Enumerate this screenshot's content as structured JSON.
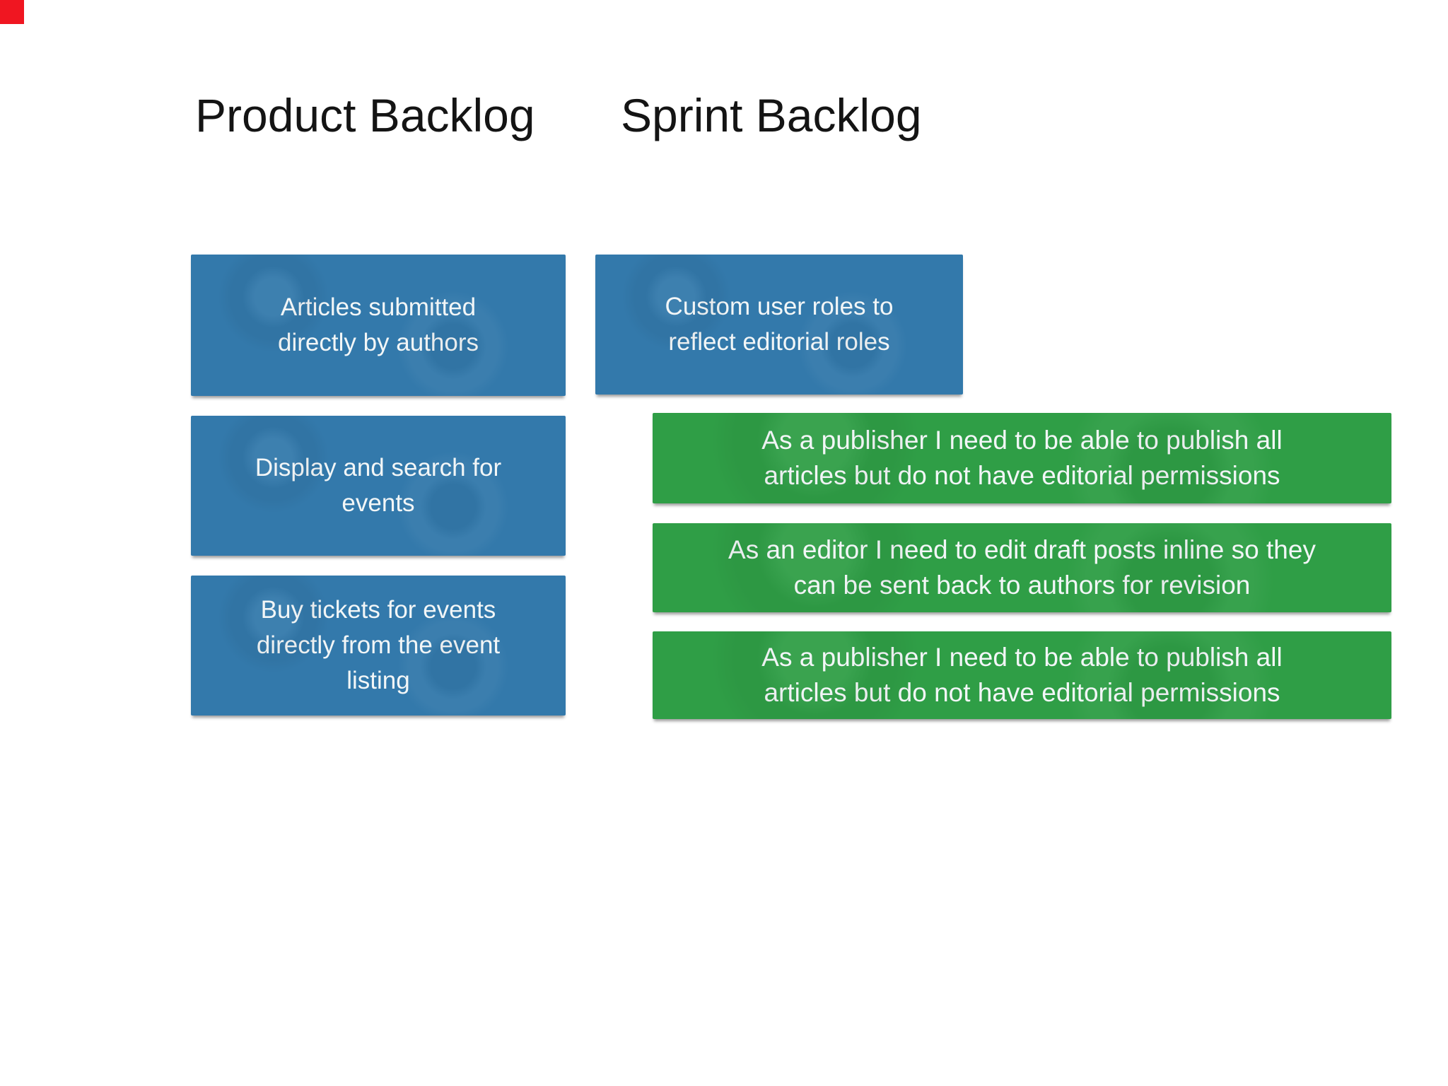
{
  "slide": {
    "background_color": "#ffffff"
  },
  "corner_marker": {
    "color": "#f01621"
  },
  "colors": {
    "card_blue": "#3379ab",
    "card_green": "#2f9e46",
    "card_text": "#f2f6f7",
    "heading_text": "#141414",
    "slide_bg": "#ffffff",
    "corner_marker": "#f01621"
  },
  "product_backlog": {
    "title": "Product Backlog",
    "cards": [
      {
        "text": "Articles submitted\ndirectly by authors"
      },
      {
        "text": "Display and search for\nevents"
      },
      {
        "text": "Buy tickets for events\ndirectly from the event\nlisting"
      }
    ]
  },
  "sprint_backlog": {
    "title": "Sprint Backlog",
    "cards": [
      {
        "text": "Custom user roles to\nreflect editorial roles",
        "color": "blue"
      },
      {
        "text": "As a publisher I need to be able to publish all\narticles but do not have editorial permissions",
        "color": "green"
      },
      {
        "text": "As an editor I need to edit draft posts inline so they\ncan be sent back to authors for revision",
        "color": "green"
      },
      {
        "text": "As a publisher I need to be able to publish all\narticles but do not have editorial permissions",
        "color": "green"
      }
    ]
  }
}
